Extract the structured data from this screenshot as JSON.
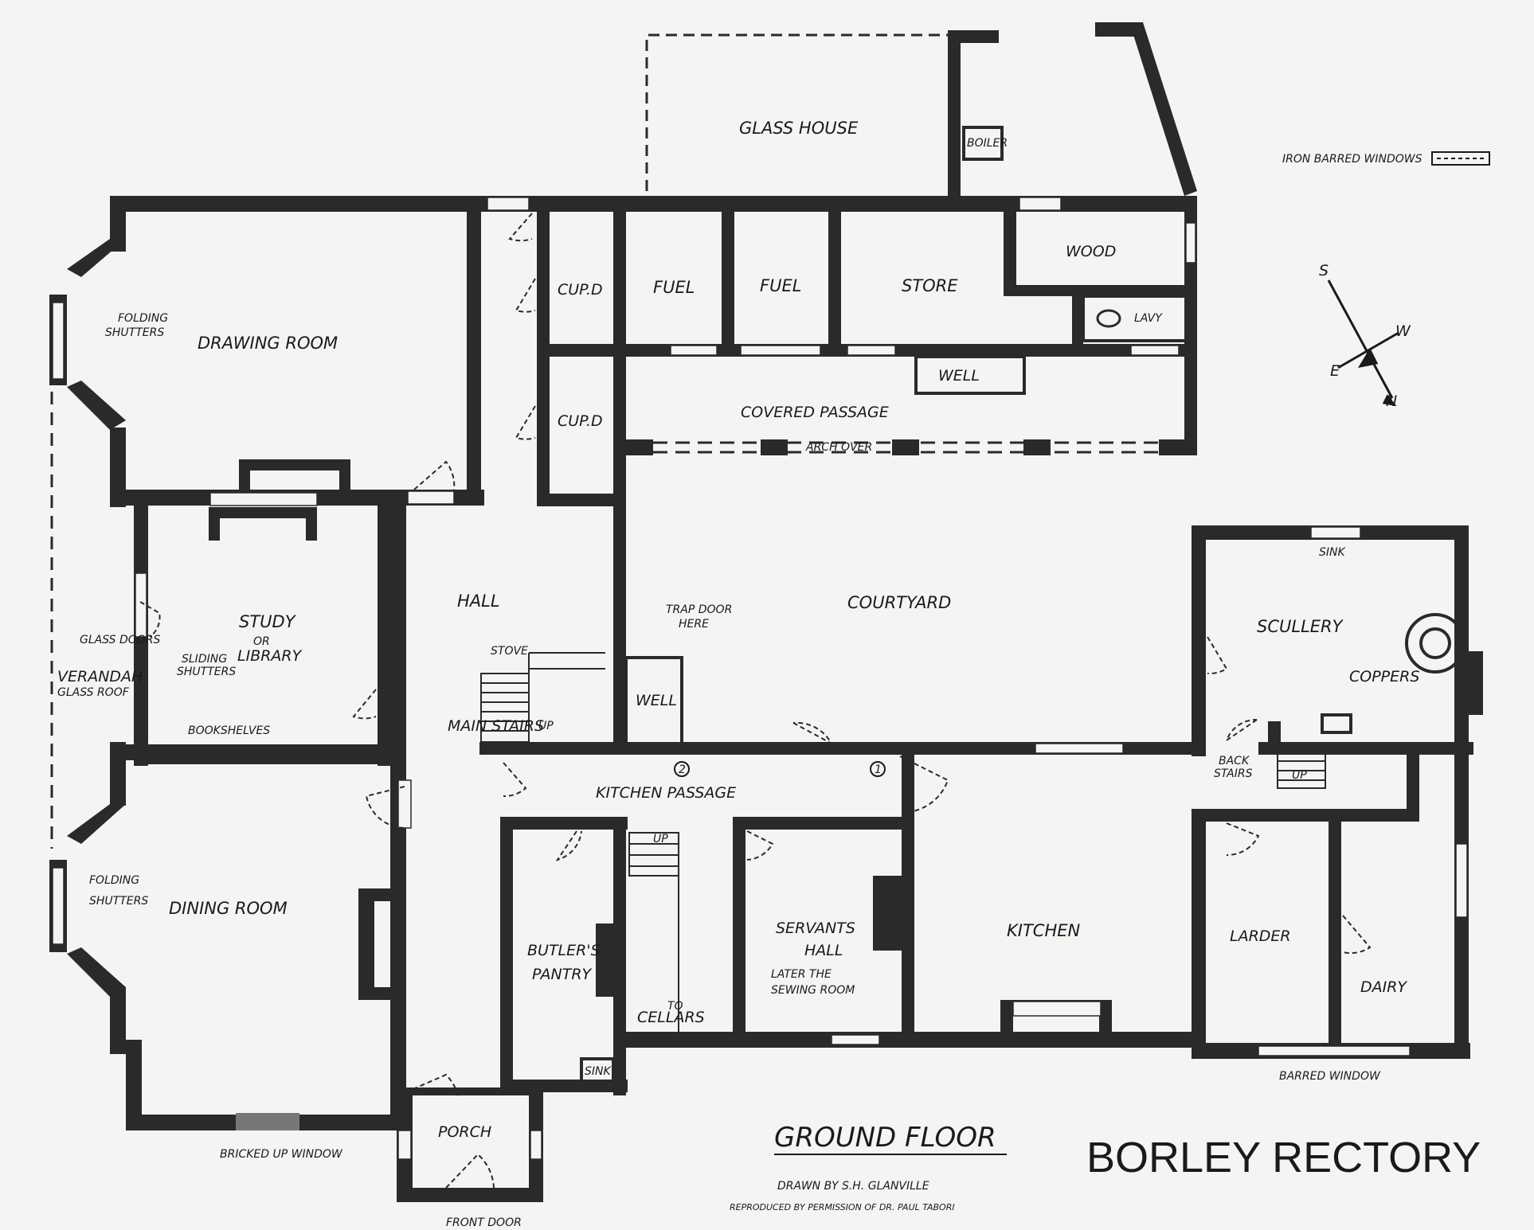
{
  "title": "BORLEY RECTORY",
  "subtitle": "GROUND FLOOR",
  "credit": "DRAWN BY S.H. GLANVILLE",
  "reproduced": "REPRODUCED BY PERMISSION OF DR. PAUL TABORI",
  "legend": {
    "label": "IRON BARRED WINDOWS"
  },
  "rooms": {
    "glass_house": "GLASS HOUSE",
    "boiler": "BOILER",
    "wood": "WOOD",
    "lavy": "LAVY",
    "cupd1": "CUP.D",
    "cupd2": "CUP.D",
    "fuel1": "FUEL",
    "fuel2": "FUEL",
    "store": "STORE",
    "well1": "WELL",
    "covered_passage": "COVERED PASSAGE",
    "arch_over": "ARCH OVER",
    "drawing_room": "DRAWING ROOM",
    "study": "STUDY",
    "study_or": "OR",
    "study_library": "LIBRARY",
    "hall": "HALL",
    "stove": "STOVE",
    "main_stairs": "MAIN STAIRS",
    "up1": "UP",
    "courtyard": "COURTYARD",
    "trap_door_1": "TRAP DOOR",
    "trap_door_2": "HERE",
    "well2": "WELL",
    "scullery": "SCULLERY",
    "sink1": "SINK",
    "coppers": "COPPERS",
    "back_stairs_1": "BACK",
    "back_stairs_2": "STAIRS",
    "up2": "UP",
    "kitchen_passage": "KITCHEN PASSAGE",
    "dining_room": "DINING ROOM",
    "butlers_1": "BUTLER'S",
    "butlers_2": "PANTRY",
    "sink2": "SINK",
    "up3": "UP",
    "to": "TO",
    "cellars": "CELLARS",
    "servants_1": "SERVANTS",
    "servants_2": "HALL",
    "servants_3": "LATER THE",
    "servants_4": "SEWING ROOM",
    "kitchen": "KITCHEN",
    "larder": "LARDER",
    "dairy": "DAIRY",
    "porch": "PORCH",
    "front_door": "FRONT DOOR",
    "barred_window": "BARRED WINDOW",
    "bricked_up": "BRICKED UP WINDOW",
    "bookshelves": "BOOKSHELVES",
    "glass_doors": "GLASS DOORS",
    "sliding_1": "SLIDING",
    "sliding_2": "SHUTTERS",
    "verandah_1": "VERANDAH",
    "verandah_2": "GLASS ROOF",
    "folding1_1": "FOLDING",
    "folding1_2": "SHUTTERS",
    "folding2_1": "FOLDING",
    "folding2_2": "SHUTTERS",
    "marker_1": "1",
    "marker_2": "2"
  },
  "compass": {
    "s": "S",
    "e": "E",
    "w": "W",
    "n": "N"
  },
  "colors": {
    "wall": "#2a2a2a",
    "paper": "#f4f4f2",
    "ink": "#1a1a1a"
  }
}
